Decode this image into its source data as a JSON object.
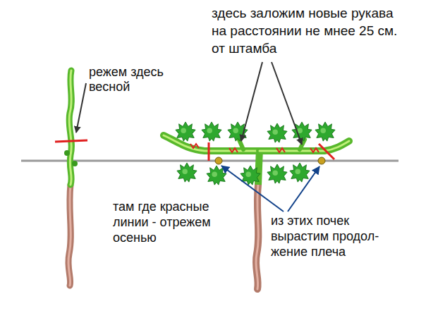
{
  "diagram": {
    "labels": [
      "режем здесь весной",
      "здесь заложим новые рукава на расстоянии не мнее 25 см. от штамба",
      "там где красные линии - отрежем осенью",
      "из этих почек вырастим продол- жение плеча"
    ]
  }
}
